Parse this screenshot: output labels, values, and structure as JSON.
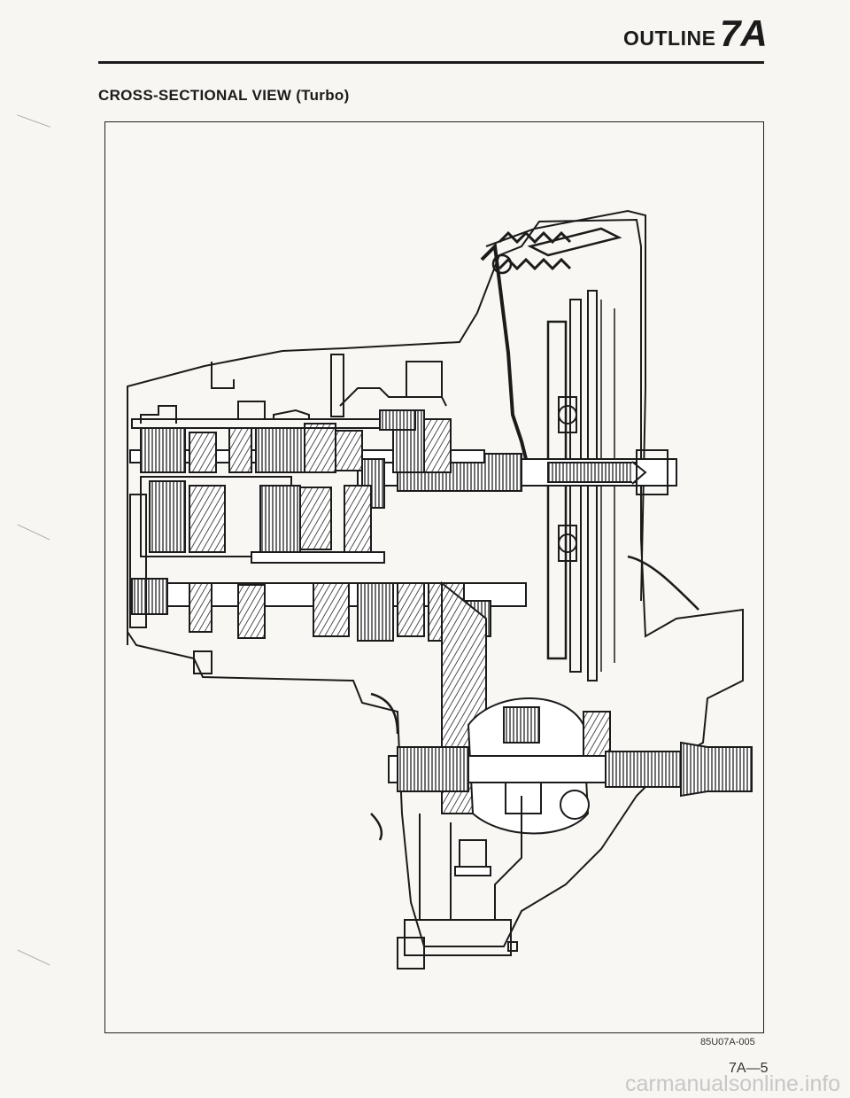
{
  "header": {
    "section": "OUTLINE",
    "chapter": "7A"
  },
  "section_title": "CROSS-SECTIONAL VIEW (Turbo)",
  "figure": {
    "id": "85U07A-005"
  },
  "page_number": "7A—5",
  "watermark": "carmanualsonline.info"
}
